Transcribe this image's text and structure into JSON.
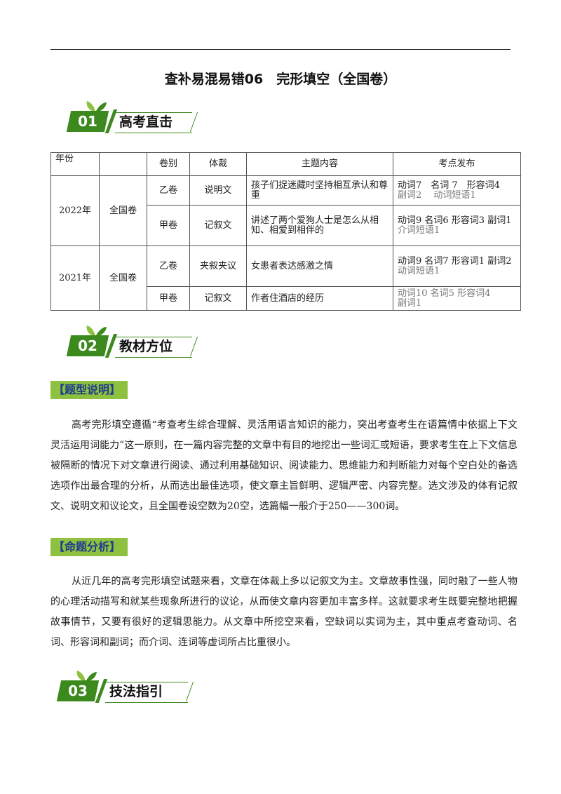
{
  "document": {
    "title": "查补易混易错06　完形填空（全国卷）"
  },
  "sections": [
    {
      "number": "01",
      "label": "高考直击"
    },
    {
      "number": "02",
      "label": "教材方位"
    },
    {
      "number": "03",
      "label": "技法指引"
    }
  ],
  "table": {
    "headers": {
      "year": "年份",
      "blank": "",
      "paper": "卷别",
      "genre": "体裁",
      "theme": "主题内容",
      "points": "考点发布"
    },
    "groups": [
      {
        "year": "2022年",
        "region": "全国卷"
      },
      {
        "year": "2021年",
        "region": "全国卷"
      }
    ],
    "rows": [
      {
        "paper": "乙卷",
        "genre": "说明文",
        "theme": "孩子们捉迷藏时坚持相互承认和尊重",
        "points_main": "动词7　名词 7　形容词4",
        "points_sub": "副词2　  动词短语1"
      },
      {
        "paper": "甲卷",
        "genre": "记叙文",
        "theme": "讲述了两个爱狗人士是怎么从相知、相爱到相伴的",
        "points_main": "动词9  名词6  形容词3  副词1",
        "points_sub": "介词短语1"
      },
      {
        "paper": "乙卷",
        "genre": "夹叙夹议",
        "theme": "女患者表达感激之情",
        "points_main": "动词9  名词7  形容词1  副词2",
        "points_sub": "动词短语1"
      },
      {
        "paper": "甲卷",
        "genre": "记叙文",
        "theme": "作者住酒店的经历",
        "points_main": "动词10  名词5  形容词4",
        "points_sub": "副词1"
      }
    ]
  },
  "tags": {
    "type_desc": "【题型说明】",
    "analysis": "【命题分析】"
  },
  "paragraphs": {
    "type_desc": "高考完形填空遵循“考查考生综合理解、灵活用语言知识的能力，突出考查考生在语篇情中依据上下文灵活运用词能力”这一原则，在一篇内容完整的文章中有目的地挖出一些词汇或短语，要求考生在上下文信息被隔断的情况下对文章进行阅读、通过利用基础知识、阅读能力、思维能力和判断能力对每个空白处的备选选项作出最合理的分析，从而选出最佳选项，使文章主旨鲜明、逻辑严密、内容完整。选文涉及的体有记叙文、说明文和议论文，且全国卷设空数为20空，选篇幅一般介于250——300词。",
    "analysis": "从近几年的高考完形填空试题来看，文章在体裁上多以记叙文为主。文章故事性强，同时融了一些人物的心理活动描写和就某些现象所进行的议论，从而使文章内容更加丰富多样。这就要求考生既要完整地把握故事情节，又要有很好的逻辑思能力。从文章中所挖空来看，空缺词以实词为主，其中重点考查动词、名词、形容词和副词；而介词、连词等虚词所占比重很小。"
  },
  "colors": {
    "accent_green": "#3c8a1e",
    "tag_green": "#8ec13f",
    "tag_text": "#1d3b8f"
  }
}
